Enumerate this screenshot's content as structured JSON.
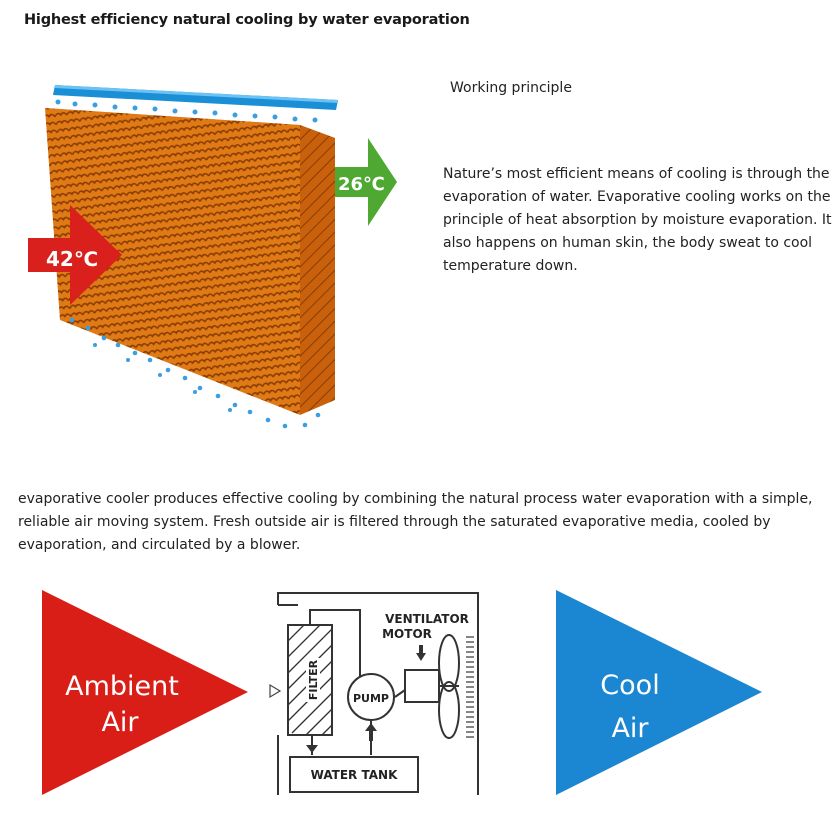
{
  "title": "Highest efficiency natural cooling by water evaporation",
  "principle": {
    "heading": "Working principle",
    "body": "Nature’s most efficient means of cooling is through the evaporation of water. Evaporative cooling works on the principle of heat absorption by moisture evaporation. It also happens on human skin, the body sweat to cool temperature down."
  },
  "media_illustration": {
    "hot_air_temp": "42℃",
    "cool_air_temp": "26℃",
    "colors": {
      "hot": "#d9201c",
      "cool": "#4ea832",
      "pipe": "#1a8fd6",
      "pad": "#d96f12"
    }
  },
  "intro": "evaporative cooler produces effective cooling by combining the natural process water evaporation with a simple, reliable air moving system. Fresh outside air is filtered through the saturated evaporative media, cooled by evaporation, and circulated by a blower.",
  "diagram": {
    "ambient_line1": "Ambient",
    "ambient_line2": "Air",
    "cool_line1": "Cool",
    "cool_line2": "Air",
    "ventilator_line1": "VENTILATOR",
    "ventilator_line2": "MOTOR",
    "filter_label": "FILTER",
    "pump_label": "PUMP",
    "tank_label": "WATER TANK",
    "colors": {
      "ambient": "#d91e18",
      "cool": "#1b86d1"
    }
  }
}
